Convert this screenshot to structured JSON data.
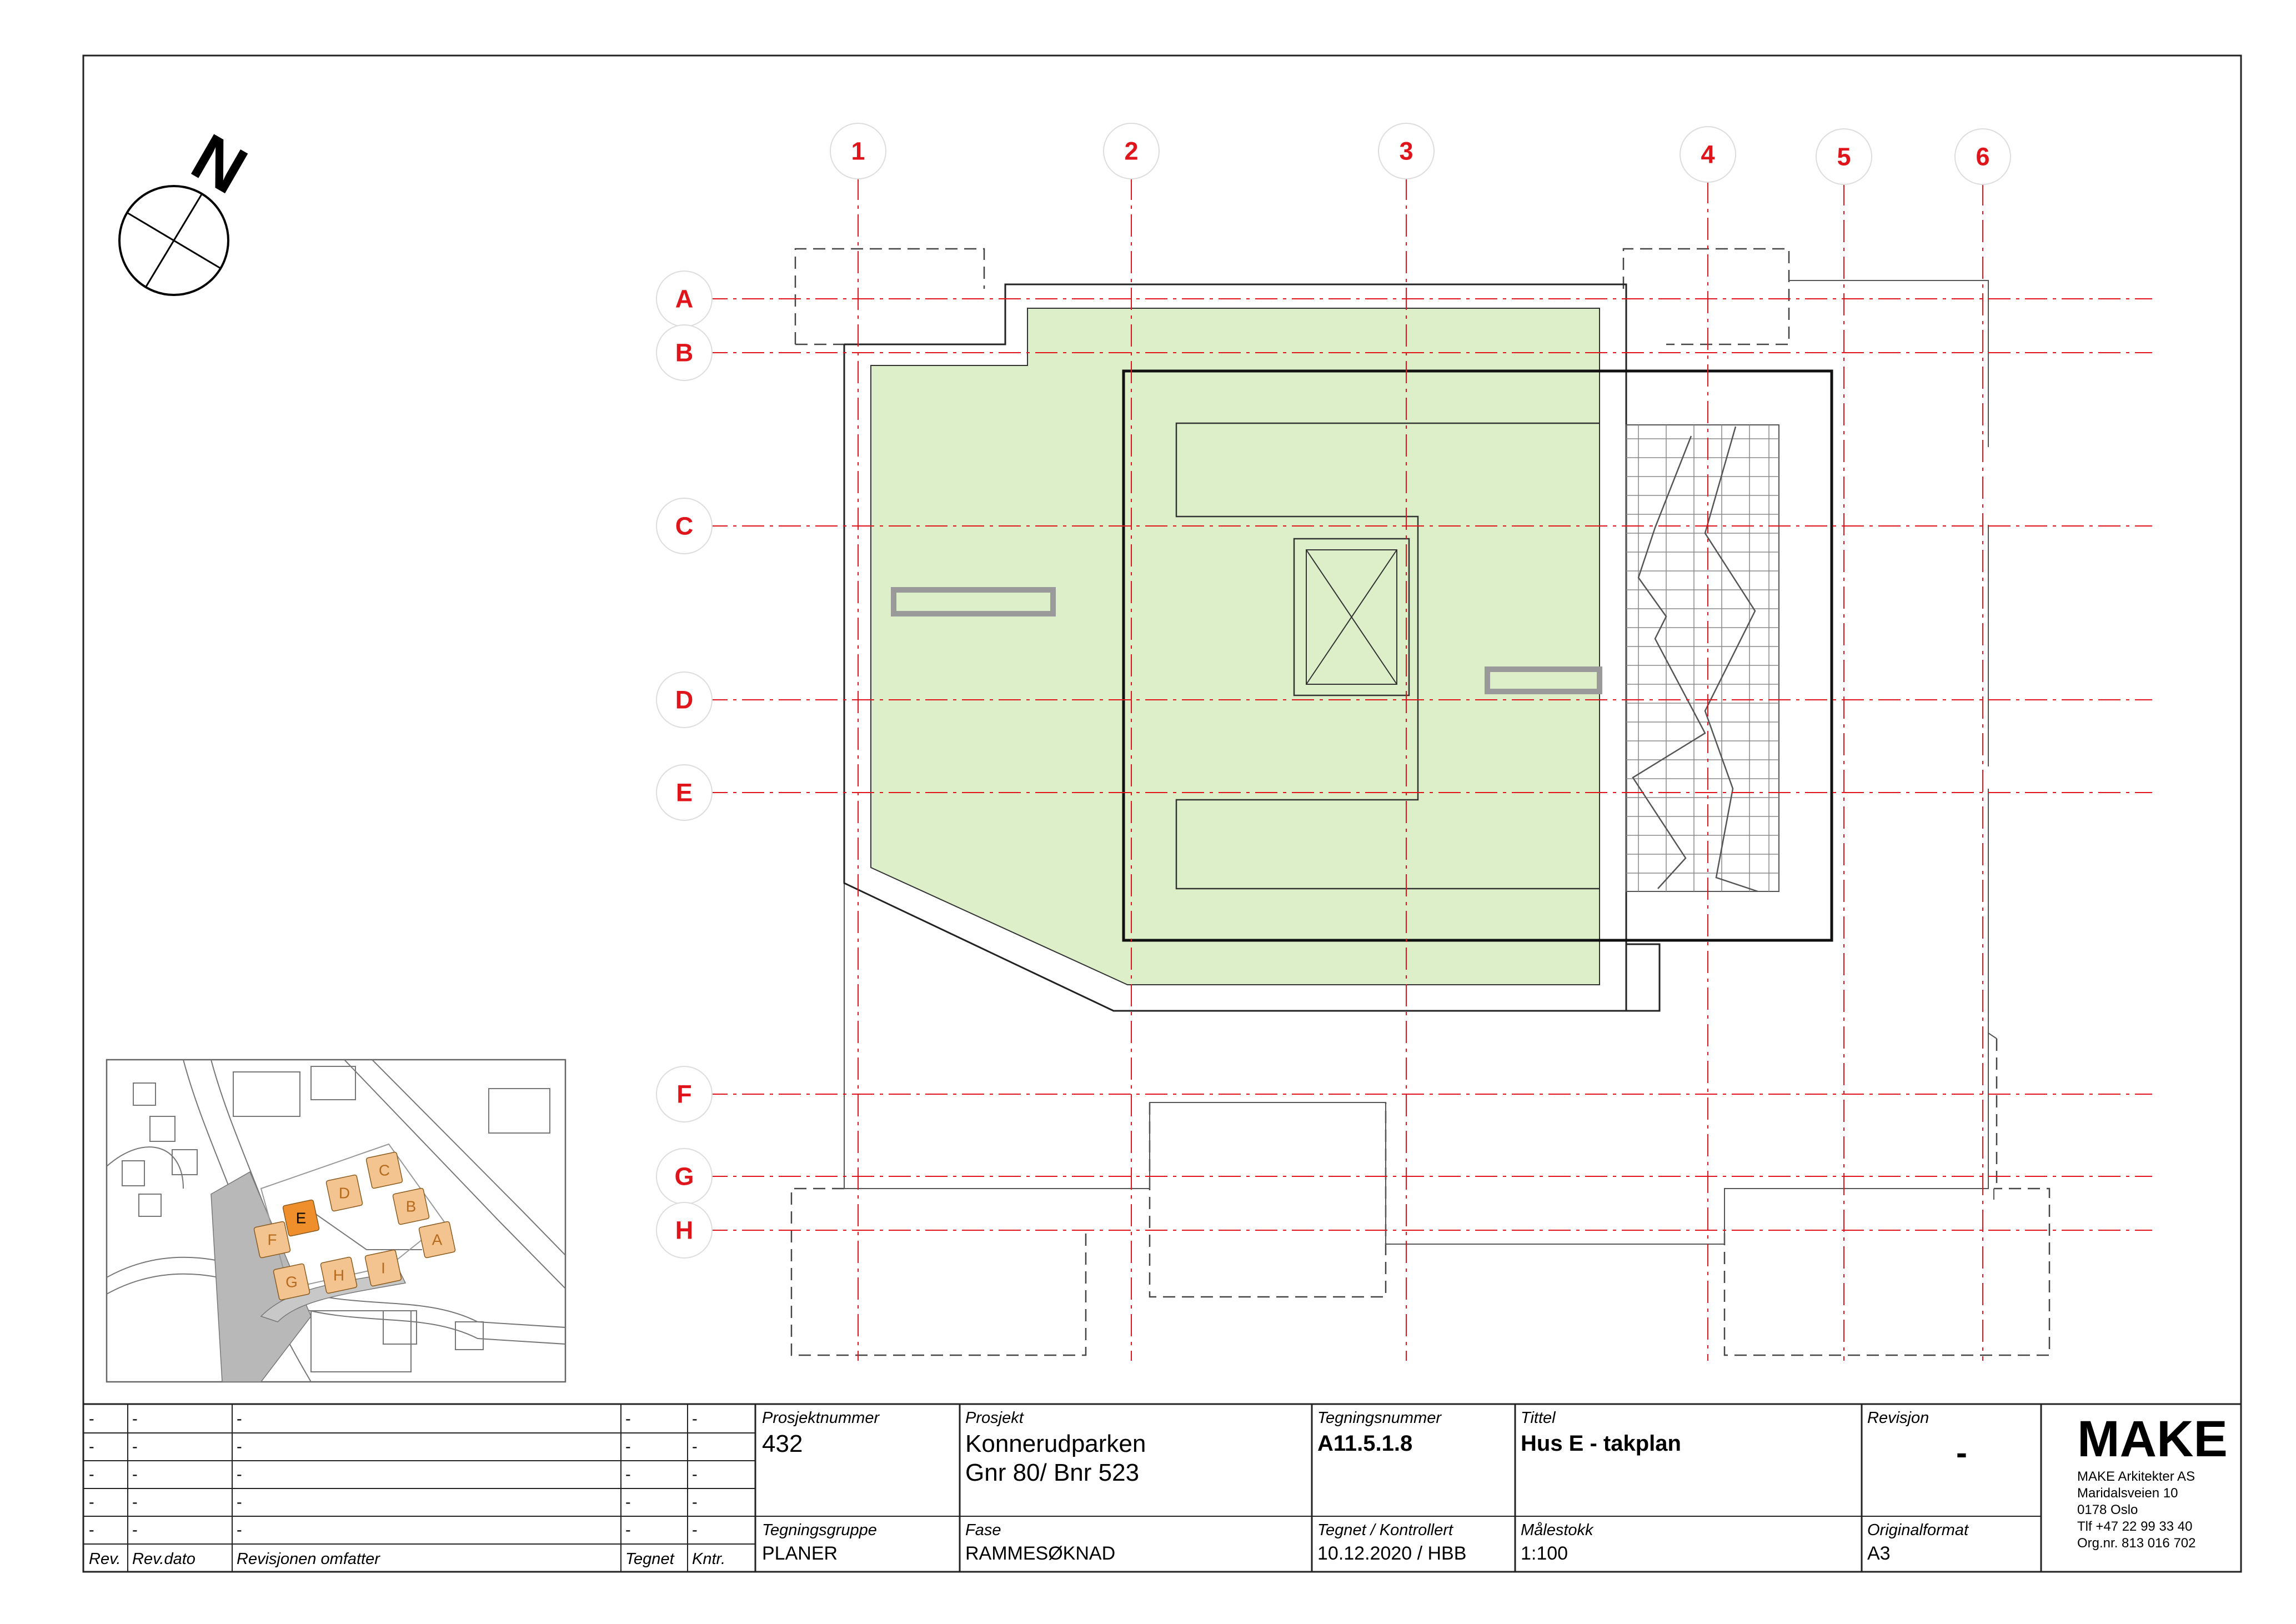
{
  "north_label": "N",
  "grid": {
    "columns": [
      "1",
      "2",
      "3",
      "4",
      "5",
      "6"
    ],
    "rows": [
      "A",
      "B",
      "C",
      "D",
      "E",
      "F",
      "G",
      "H"
    ]
  },
  "site_plan": {
    "buildings": [
      "A",
      "B",
      "C",
      "D",
      "E",
      "F",
      "G",
      "H",
      "I"
    ],
    "highlighted": "E"
  },
  "revisions": {
    "rows": [
      [
        "-",
        "-",
        "-",
        "-",
        "-"
      ],
      [
        "-",
        "-",
        "-",
        "-",
        "-"
      ],
      [
        "-",
        "-",
        "-",
        "-",
        "-"
      ],
      [
        "-",
        "-",
        "-",
        "-",
        "-"
      ],
      [
        "-",
        "-",
        "-",
        "-",
        "-"
      ]
    ],
    "headers": [
      "Rev.",
      "Rev.dato",
      "Revisjonen omfatter",
      "Tegnet",
      "Kntr."
    ]
  },
  "title_block": {
    "prosjektnummer_label": "Prosjektnummer",
    "prosjektnummer": "432",
    "prosjekt_label": "Prosjekt",
    "prosjekt_line1": "Konnerudparken",
    "prosjekt_line2": "Gnr 80/ Bnr 523",
    "tegningsnummer_label": "Tegningsnummer",
    "tegningsnummer": "A11.5.1.8",
    "tittel_label": "Tittel",
    "tittel": "Hus E - takplan",
    "revisjon_label": "Revisjon",
    "revisjon": "-",
    "tegningsgruppe_label": "Tegningsgruppe",
    "tegningsgruppe": "PLANER",
    "fase_label": "Fase",
    "fase": "RAMMESØKNAD",
    "tegnet_label": "Tegnet / Kontrollert",
    "tegnet": "10.12.2020 / HBB",
    "malestokk_label": "Målestokk",
    "malestokk": "1:100",
    "originalformat_label": "Originalformat",
    "originalformat": "A3"
  },
  "company": {
    "logo": "MAKE",
    "name": "MAKE Arkitekter AS",
    "street": "Maridalsveien 10",
    "city": "0178 Oslo",
    "phone": "Tlf +47 22 99 33 40",
    "org": "Org.nr. 813 016 702"
  },
  "colors": {
    "grid_red": "#e0151b",
    "roof_green": "#dcefc8",
    "site_orange": "#f3c48f",
    "site_highlight": "#ef8f2c"
  }
}
